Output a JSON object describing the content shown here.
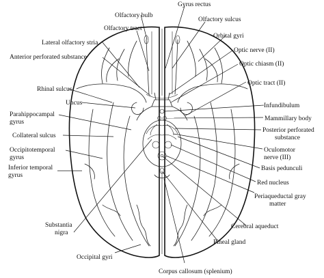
{
  "colors": {
    "ink": "#111111",
    "background": "#ffffff"
  },
  "labels": {
    "gyrus_rectus": "Gyrus rectus",
    "olfactory_bulb": "Olfactory bulb",
    "olfactory_sulcus": "Olfactory sulcus",
    "olfactory_tract": "Olfactory tract",
    "orbital_gyri": "Orbital gyri",
    "lateral_olfactory_stria": "Lateral olfactory stria",
    "anterior_perforated_substance": "Anterior perforated substance",
    "optic_nerve": "Optic nerve (II)",
    "optic_chiasm": "Optic chiasm (II)",
    "optic_tract": "Optic tract (II)",
    "rhinal_sulcus": "Rhinal sulcus",
    "uncus": "Uncus",
    "infundibulum": "Infundibulum",
    "parahippocampal_1": "Parahippocampal",
    "parahippocampal_2": "gyrus",
    "mammillary_body": "Mammillary body",
    "collateral_sulcus": "Collateral sulcus",
    "posterior_perforated_1": "Posterior perforated",
    "posterior_perforated_2": "substance",
    "occipitotemporal_1": "Occipitotemporal",
    "occipitotemporal_2": "gyrus",
    "oculomotor_1": "Oculomotor",
    "oculomotor_2": "nerve (III)",
    "inferior_temporal_1": "Inferior temporal",
    "inferior_temporal_2": "gyrus",
    "basis_pedunculi": "Basis pedunculi",
    "red_nucleus": "Red nucleus",
    "periaqueductal_1": "Periaqueductal gray",
    "periaqueductal_2": "matter",
    "substantia_nigra_1": "Substantia",
    "substantia_nigra_2": "nigra",
    "cerebral_aqueduct": "Cerebral aqueduct",
    "pineal_gland": "Pineal gland",
    "occipital_gyri": "Occipital gyri",
    "corpus_callosum": "Corpus callosum (splenium)"
  }
}
